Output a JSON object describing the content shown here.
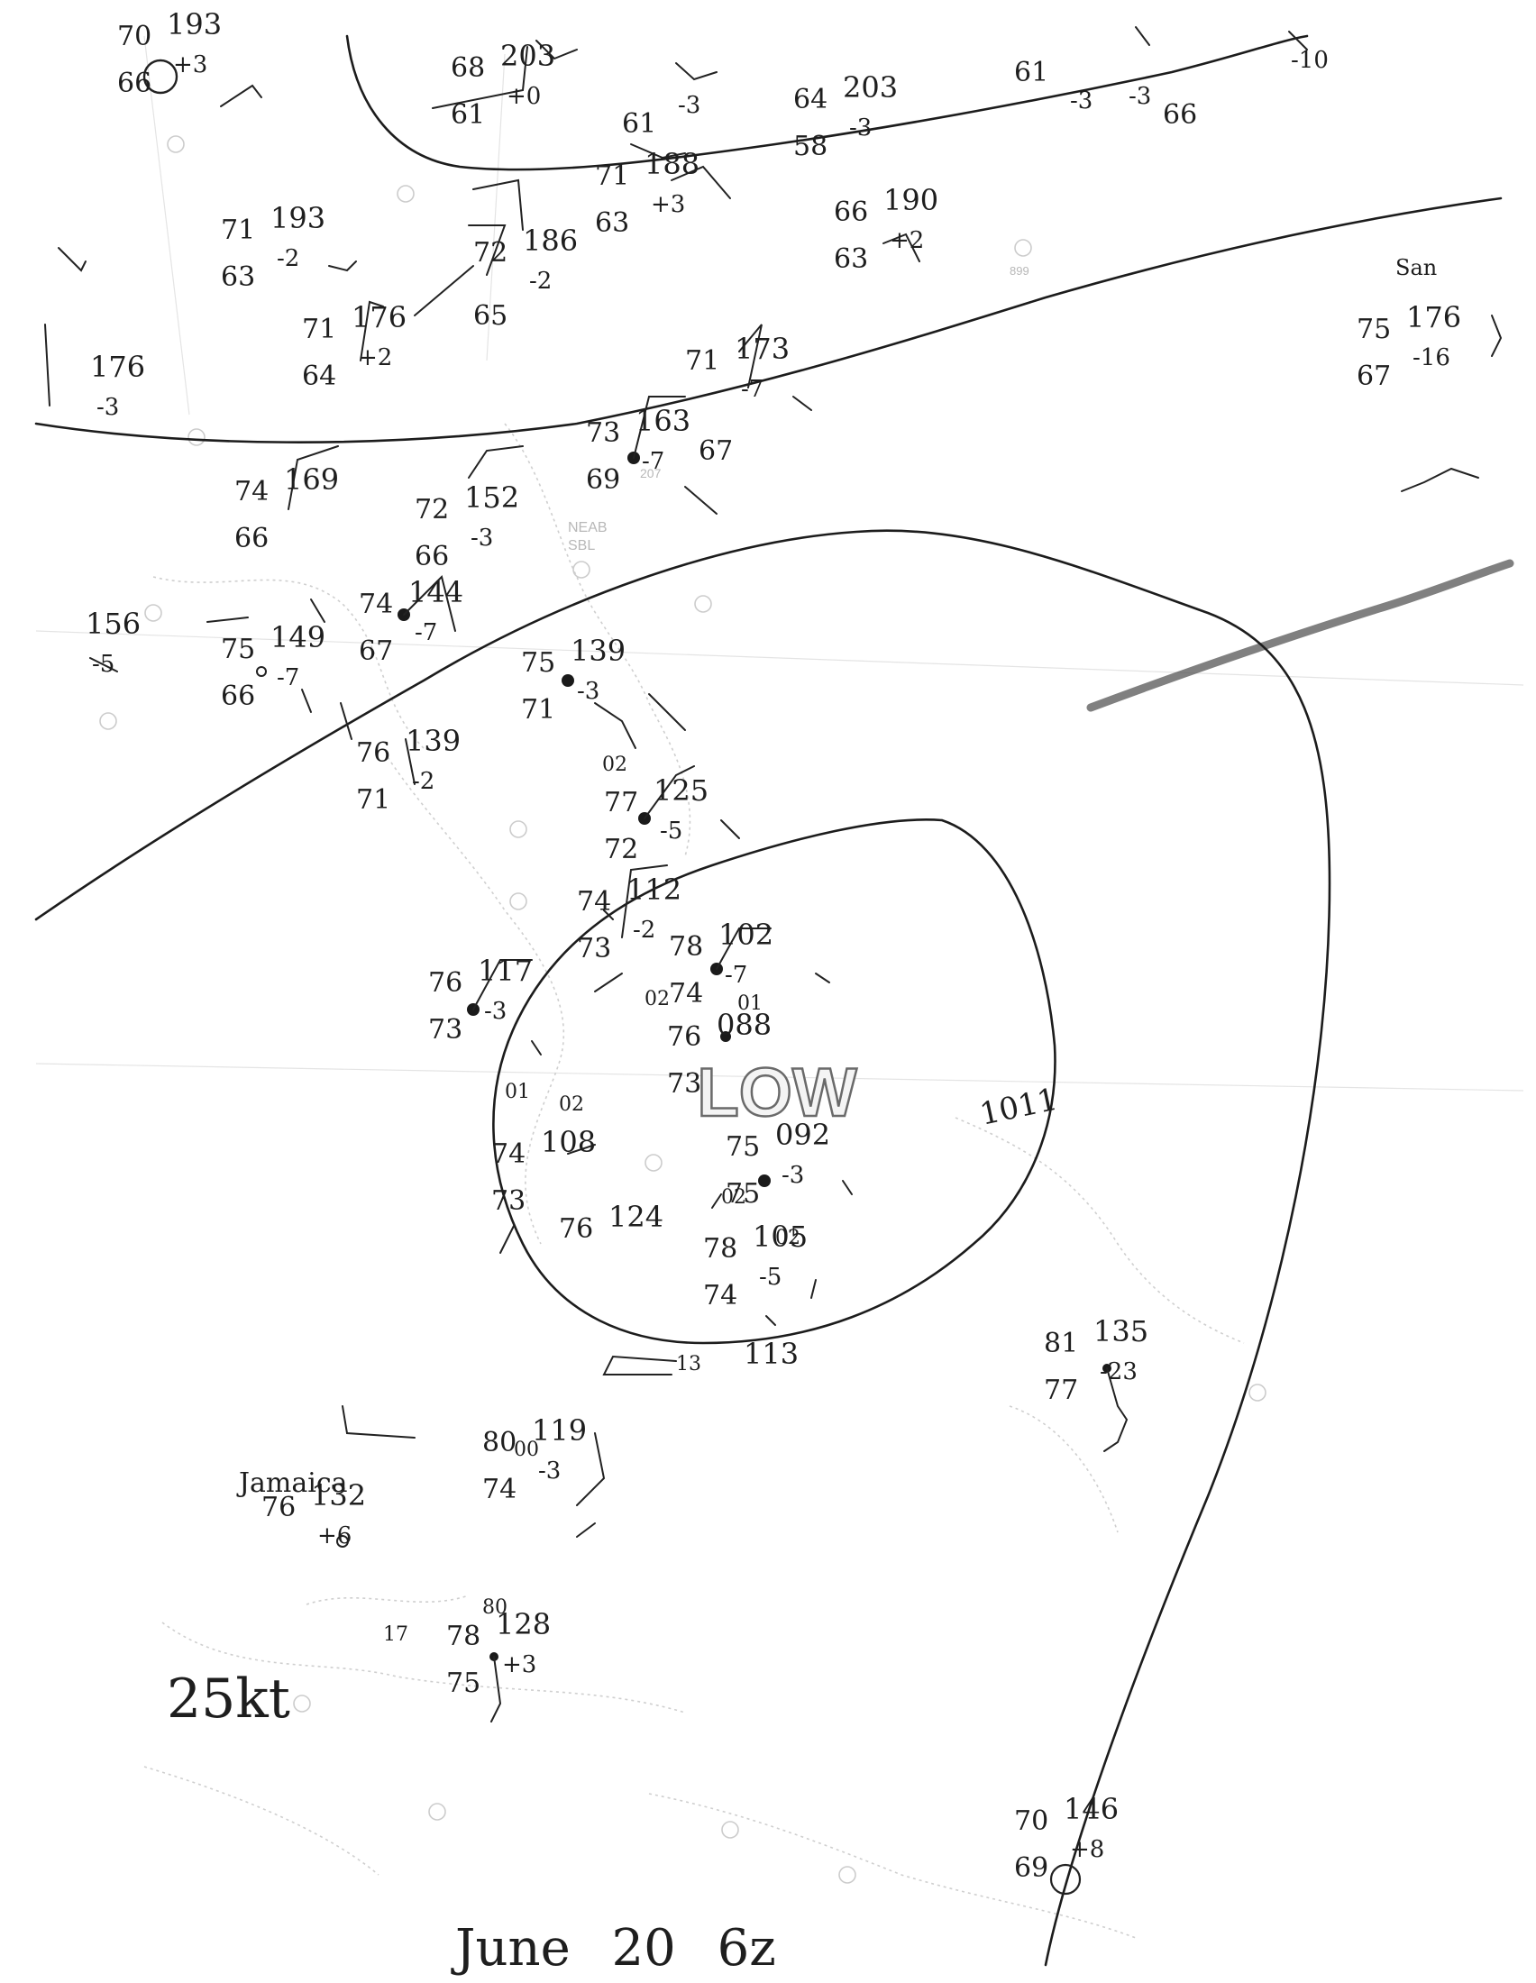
{
  "low_label": "LOW",
  "isobar_label": "1011",
  "date_caption": "June 20 6z",
  "handwritten_notes": {
    "jamaica": "Jamaica",
    "speed": "25kt",
    "station_name_top_right": "San"
  },
  "printed_station_ids": [
    "899",
    "NEAB",
    "SBL",
    "207"
  ],
  "stations": [
    {
      "t": "70",
      "p": "193",
      "td": "66",
      "trend": "+3"
    },
    {
      "t": "68",
      "p": "203",
      "td": "61",
      "trend": "+0"
    },
    {
      "t": "",
      "p": "",
      "td": "61",
      "trend": "-3"
    },
    {
      "t": "64",
      "p": "203",
      "td": "58",
      "trend": "-3"
    },
    {
      "t": "61",
      "p": "",
      "td": "",
      "trend": "-3"
    },
    {
      "t": "",
      "p": "",
      "td": "66",
      "trend": ""
    },
    {
      "t": "71",
      "p": "193",
      "td": "63",
      "trend": "-2"
    },
    {
      "t": "71",
      "p": "188",
      "td": "63",
      "trend": "+3"
    },
    {
      "t": "66",
      "p": "190",
      "td": "63",
      "trend": "+2"
    },
    {
      "t": "72",
      "p": "186",
      "td": "",
      "trend": "-2"
    },
    {
      "t": "65",
      "p": "",
      "td": "",
      "trend": ""
    },
    {
      "t": "71",
      "p": "176",
      "td": "64",
      "trend": "+2"
    },
    {
      "t": "",
      "p": "176",
      "td": "",
      "trend": "-3"
    },
    {
      "t": "",
      "p": "156",
      "td": "",
      "trend": "-5"
    },
    {
      "t": "71",
      "p": "173",
      "td": "",
      "trend": "-7"
    },
    {
      "t": "75",
      "p": "176",
      "td": "67",
      "trend": "-16"
    },
    {
      "t": "73",
      "p": "163",
      "td": "69",
      "trend": "-7"
    },
    {
      "t": "67",
      "p": "",
      "td": "",
      "trend": ""
    },
    {
      "t": "74",
      "p": "169",
      "td": "66",
      "trend": ""
    },
    {
      "t": "72",
      "p": "152",
      "td": "66",
      "trend": "-3"
    },
    {
      "t": "74",
      "p": "144",
      "td": "67",
      "trend": "-7"
    },
    {
      "t": "75",
      "p": "149",
      "td": "66",
      "trend": "-7"
    },
    {
      "t": "75",
      "p": "139",
      "td": "71",
      "trend": "-3"
    },
    {
      "t": "76",
      "p": "139",
      "td": "71",
      "trend": "-2"
    },
    {
      "t": "77",
      "p": "125",
      "td": "72",
      "trend": "-5"
    },
    {
      "t": "74",
      "p": "112",
      "td": "73",
      "trend": "-2"
    },
    {
      "t": "76",
      "p": "117",
      "td": "73",
      "trend": "-3"
    },
    {
      "t": "78",
      "p": "102",
      "td": "74",
      "trend": "-7"
    },
    {
      "t": "76",
      "p": "088",
      "td": "73",
      "trend": ""
    },
    {
      "t": "75",
      "p": "092",
      "td": "75",
      "trend": "-3"
    },
    {
      "t": "74",
      "p": "108",
      "td": "73",
      "trend": ""
    },
    {
      "t": "76",
      "p": "124",
      "td": "",
      "trend": ""
    },
    {
      "t": "78",
      "p": "105",
      "td": "74",
      "trend": "-5"
    },
    {
      "t": "",
      "p": "113",
      "td": "",
      "trend": ""
    },
    {
      "t": "81",
      "p": "135",
      "td": "77",
      "trend": "-23"
    },
    {
      "t": "80",
      "p": "119",
      "td": "74",
      "trend": "-3"
    },
    {
      "t": "76",
      "p": "132",
      "td": "",
      "trend": "+6"
    },
    {
      "t": "78",
      "p": "128",
      "td": "75",
      "trend": "+3"
    },
    {
      "t": "70",
      "p": "146",
      "td": "69",
      "trend": "+8"
    },
    {
      "t": "",
      "p": "",
      "td": "",
      "trend": "-10"
    },
    {
      "t": "",
      "p": "",
      "td": "",
      "trend": "-3"
    }
  ],
  "extra_codes": [
    "02",
    "02",
    "01",
    "01",
    "02",
    "02",
    "02",
    "13",
    "17",
    "00",
    "80"
  ]
}
